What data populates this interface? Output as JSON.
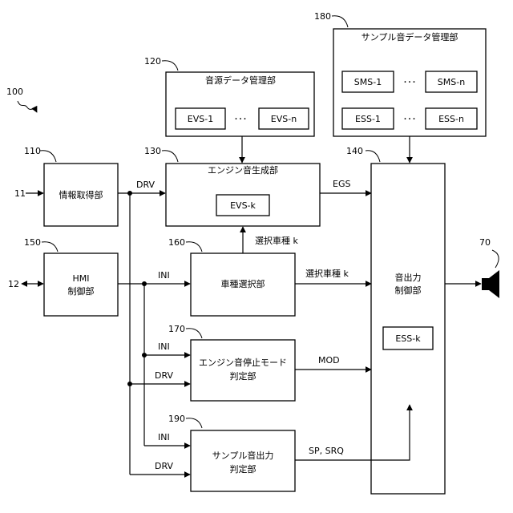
{
  "refs": {
    "system": "100",
    "info": "110",
    "ext_in": "11",
    "source": "120",
    "engine": "130",
    "audio": "140",
    "hmi": "150",
    "hmi_io": "12",
    "selector": "160",
    "stop_mode": "170",
    "sample_mgr": "180",
    "sample_judge": "190",
    "speaker": "70"
  },
  "blocks": {
    "info": "情報取得部",
    "source_mgr": "音源データ管理部",
    "engine_gen": "エンジン音生成部",
    "sample_mgr": "サンプル音データ管理部",
    "hmi_line1": "HMI",
    "hmi_line2": "制御部",
    "selector": "車種選択部",
    "stop_line1": "エンジン音停止モード",
    "stop_line2": "判定部",
    "judge_line1": "サンプル音出力",
    "judge_line2": "判定部",
    "audio_line1": "音出力",
    "audio_line2": "制御部"
  },
  "inner": {
    "evs1": "EVS-1",
    "evsn": "EVS-n",
    "evsk": "EVS-k",
    "sms1": "SMS-1",
    "smsn": "SMS-n",
    "ess1": "ESS-1",
    "essn": "ESS-n",
    "essk": "ESS-k",
    "ellipsis": "･･･"
  },
  "signals": {
    "drv": "DRV",
    "ini": "INI",
    "egs": "EGS",
    "mod": "MOD",
    "sp_srq": "SP, SRQ",
    "car_type": "選択車種 k"
  }
}
